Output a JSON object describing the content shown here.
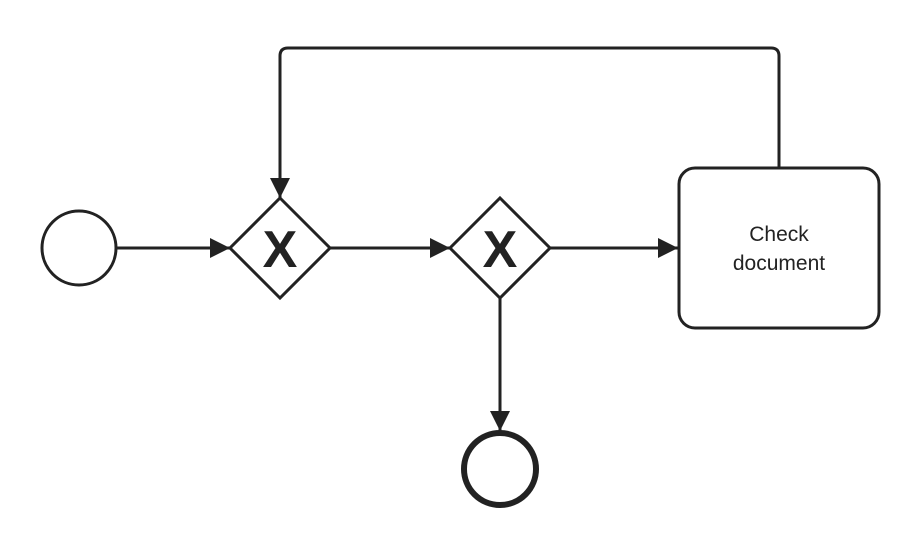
{
  "diagram": {
    "colors": {
      "stroke": "#222222",
      "fill": "#ffffff",
      "text": "#222222"
    },
    "nodes": {
      "start_event": {
        "type": "start-event"
      },
      "gateway_1": {
        "type": "exclusive-gateway",
        "marker": "X"
      },
      "gateway_2": {
        "type": "exclusive-gateway",
        "marker": "X"
      },
      "task": {
        "type": "task",
        "label_line1": "Check",
        "label_line2": "document"
      },
      "end_event": {
        "type": "end-event"
      }
    },
    "flows": [
      {
        "from": "start_event",
        "to": "gateway_1"
      },
      {
        "from": "gateway_1",
        "to": "gateway_2"
      },
      {
        "from": "gateway_2",
        "to": "task"
      },
      {
        "from": "gateway_2",
        "to": "end_event"
      },
      {
        "from": "task",
        "to": "gateway_1"
      }
    ]
  }
}
